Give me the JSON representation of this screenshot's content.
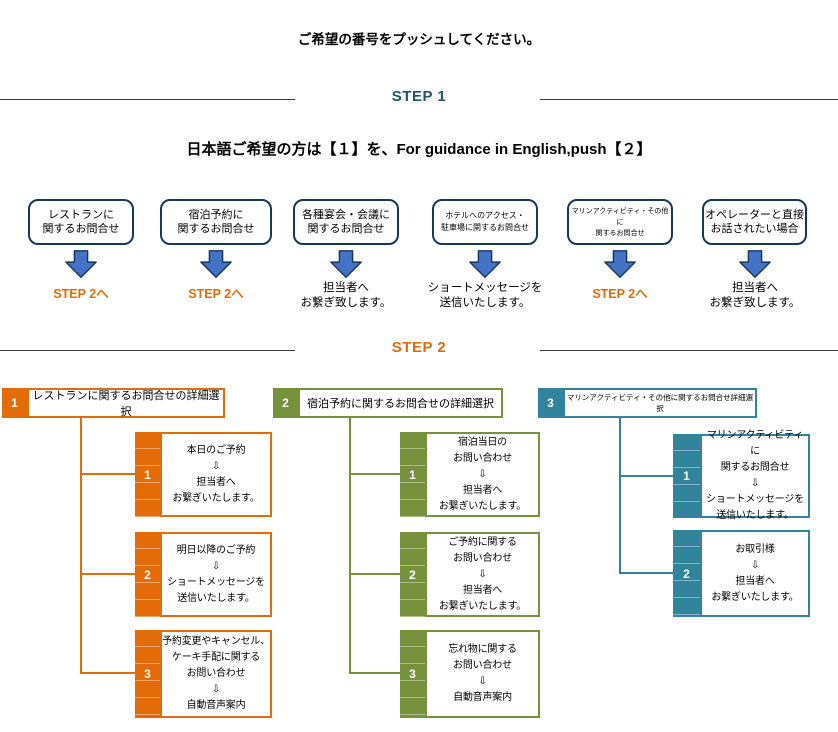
{
  "title": "ご希望の番号をプッシュしてください。",
  "colors": {
    "step1_heading": "#1F5466",
    "step2_heading": "#E36C09",
    "accent_orange": "#E36C09",
    "accent_green": "#76923C",
    "accent_teal": "#31849B",
    "arrow_blue": "#4472C4",
    "box_border_navy": "#17375E"
  },
  "step1": {
    "label": "STEP 1",
    "subtitle": "日本語ご希望の方は【１】を、For guidance in English,push【２】",
    "items": [
      {
        "box": "レストランに\n関するお問合せ",
        "outcome": "STEP 2へ"
      },
      {
        "box": "宿泊予約に\n関するお問合せ",
        "outcome": "STEP 2へ"
      },
      {
        "box": "各種宴会・会議に\n関するお問合せ",
        "outcome": "担当者へ\nお繋ぎ致します。"
      },
      {
        "box": "ホテルへのアクセス・\n駐車場に関するお問合せ",
        "outcome": "ショートメッセージを\n送信いたします。"
      },
      {
        "box": "マリンアクティビティ・その他に\n関するお問合せ",
        "outcome": "STEP 2へ"
      },
      {
        "box": "オペレーターと直接\nお話されたい場合",
        "outcome": "担当者へ\nお繋ぎ致します。"
      }
    ]
  },
  "step2": {
    "label": "STEP 2",
    "columns": [
      {
        "number": "1",
        "title": "レストランに関するお問合せの詳細選択",
        "options": [
          {
            "number": "1",
            "text": "本日のご予約\n⇩\n担当者へ\nお繋ぎいたします。"
          },
          {
            "number": "2",
            "text": "明日以降のご予約\n⇩\nショートメッセージを\n送信いたします。"
          },
          {
            "number": "3",
            "text": "予約変更やキャンセル、\nケーキ手配に関する\nお問い合わせ\n⇩\n自動音声案内"
          }
        ]
      },
      {
        "number": "2",
        "title": "宿泊予約に関するお問合せの詳細選択",
        "options": [
          {
            "number": "1",
            "text": "宿泊当日の\nお問い合わせ\n⇩\n担当者へ\nお繋ぎいたします。"
          },
          {
            "number": "2",
            "text": "ご予約に関する\nお問い合わせ\n⇩\n担当者へ\nお繋ぎいたします。"
          },
          {
            "number": "3",
            "text": "忘れ物に関する\nお問い合わせ\n⇩\n自動音声案内"
          }
        ]
      },
      {
        "number": "3",
        "title": "マリンアクティビティ・その他に関するお問合せ詳細選択",
        "options": [
          {
            "number": "1",
            "text": "マリンアクティビティに\n関するお問合せ\n⇩\nショートメッセージを\n送信いたします。"
          },
          {
            "number": "2",
            "text": "お取引様\n⇩\n担当者へ\nお繋ぎいたします。"
          }
        ]
      }
    ]
  }
}
